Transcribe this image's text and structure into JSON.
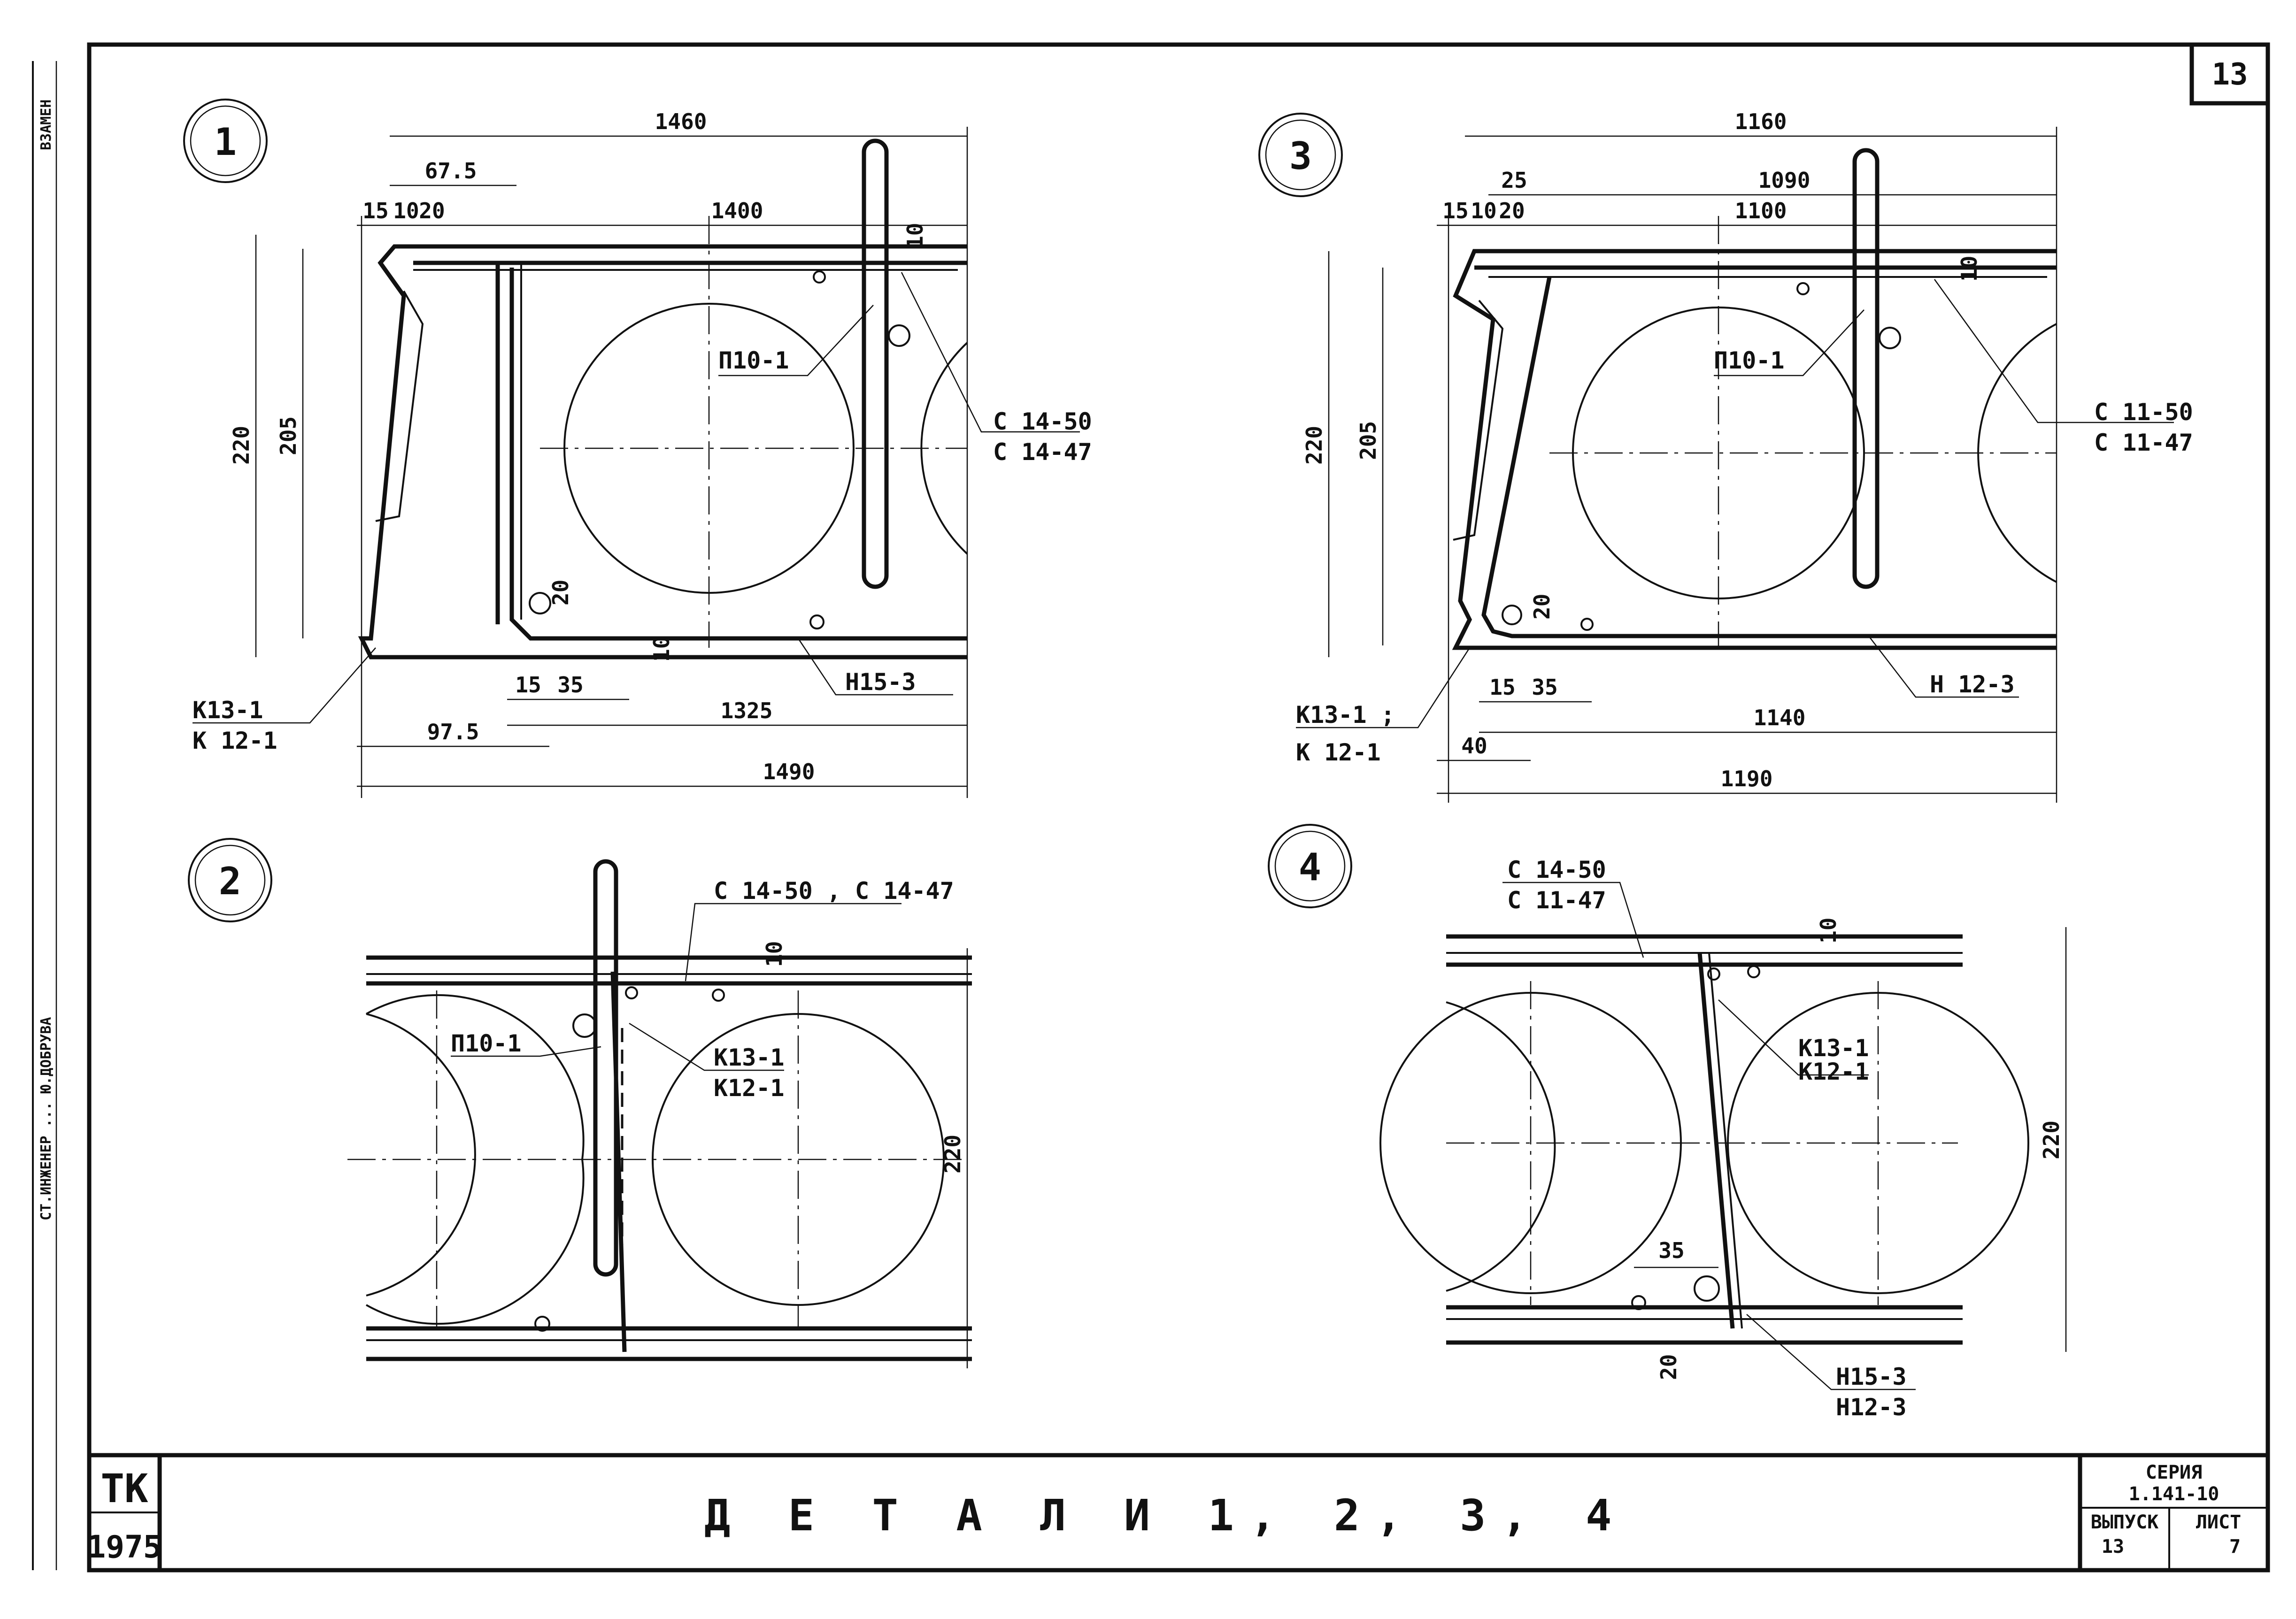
{
  "sheet": {
    "page_number": "13",
    "title": "Д Е Т А Л И   1, 2, 3, 4",
    "side_text_top": "ВЗАМЕН",
    "side_text_signature": "СТ.ИНЖЕНЕР ... Ю.ДОБРУВА"
  },
  "title_block": {
    "org": "ТК",
    "year": "1975",
    "series_label": "СЕРИЯ",
    "series_value": "1.141-10",
    "issue_label": "ВЫПУСК",
    "issue_value": "13",
    "sheet_label": "ЛИСТ",
    "sheet_value": "7"
  },
  "details": [
    {
      "number": "1",
      "dims": [
        "1460",
        "67.5",
        "15",
        "10",
        "20",
        "1400",
        "10",
        "220",
        "205",
        "20",
        "10",
        "15",
        "35",
        "1325",
        "97.5",
        "1490"
      ],
      "labels": [
        "П10-1",
        "С 14-50",
        "С 14-47",
        "Н15-3",
        "К13-1",
        "К 12-1"
      ]
    },
    {
      "number": "2",
      "dims": [
        "10",
        "220"
      ],
      "labels": [
        "С 14-50 , С 14-47",
        "П10-1",
        "К13-1",
        "К12-1"
      ]
    },
    {
      "number": "3",
      "dims": [
        "1160",
        "25",
        "1090",
        "15",
        "10",
        "20",
        "1100",
        "10",
        "220",
        "205",
        "20",
        "15",
        "35",
        "1140",
        "40",
        "1190"
      ],
      "labels": [
        "П10-1",
        "С 11-50",
        "С 11-47",
        "Н 12-3",
        "К13-1 ;",
        "К 12-1"
      ]
    },
    {
      "number": "4",
      "dims": [
        "10",
        "220",
        "35",
        "20"
      ],
      "labels": [
        "С 14-50",
        "С 11-47",
        "К13-1",
        "К12-1",
        "Н15-3",
        "Н12-3"
      ]
    }
  ]
}
